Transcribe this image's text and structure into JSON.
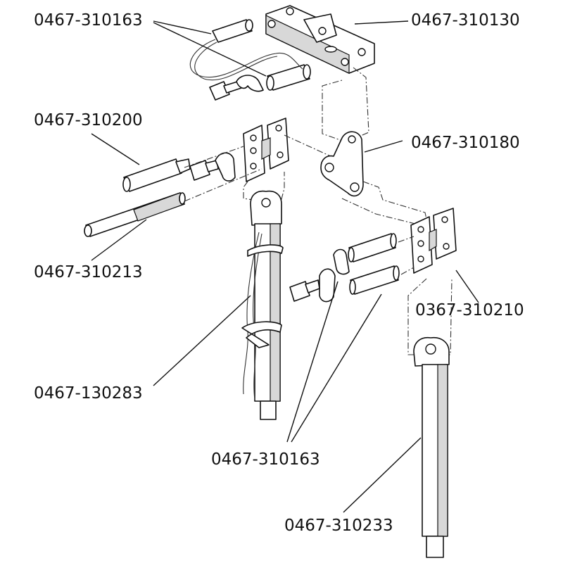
{
  "labels": [
    "0467-310163",
    "0467-310130",
    "0467-310200",
    "0467-310180",
    "0467-310213",
    "0367-310210",
    "0467-130283",
    "0467-310163",
    "0467-310233"
  ]
}
